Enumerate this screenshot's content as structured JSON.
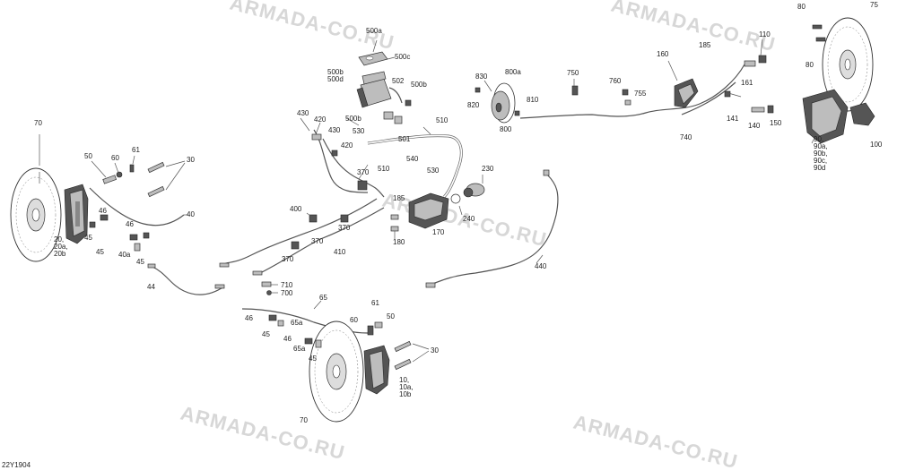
{
  "watermark": "ARMADA-CO.RU",
  "diagram_code": "22Y1904",
  "labels": {
    "l70a": "70",
    "l50a": "50",
    "l60a": "60",
    "l61a": "61",
    "l30a": "30",
    "l40": "40",
    "l46a": "46",
    "l46b": "46",
    "l45a": "45",
    "l40a": "40a",
    "l45b": "45",
    "l20": "20,",
    "l20a": "20a,",
    "l20b": "20b",
    "l44": "44",
    "l430a": "430",
    "l420a": "420",
    "l430b": "430",
    "l420b": "420",
    "l500a": "500a",
    "l500c": "500c",
    "l500b": "500b",
    "l500d": "500d",
    "l502": "502",
    "l500b2": "500b",
    "l500b3": "500b",
    "l530a": "530",
    "l501": "501",
    "l510a": "510",
    "l510b": "510",
    "l540": "540",
    "l370a": "370",
    "l400": "400",
    "l370b": "370",
    "l370c": "370",
    "l370d": "370",
    "l410": "410",
    "l530b": "530",
    "l230": "230",
    "l185a": "185",
    "l240": "240",
    "l180": "180",
    "l170": "170",
    "l830": "830",
    "l800a": "800a",
    "l820": "820",
    "l810": "810",
    "l800": "800",
    "l750": "750",
    "l760": "760",
    "l755": "755",
    "l160": "160",
    "l185b": "185",
    "l110": "110",
    "l161": "161",
    "l740": "740",
    "l141": "141",
    "l140": "140",
    "l150": "150",
    "l80a": "80",
    "l80b": "80",
    "l75": "75",
    "l90": "90,",
    "l90a": "90a,",
    "l90b": "90b,",
    "l90c": "90c,",
    "l90d": "90d",
    "l100": "100",
    "l440": "440",
    "l710": "710",
    "l700": "700",
    "l65": "65",
    "l61b": "61",
    "l60b": "60",
    "l50b": "50",
    "l46c": "46",
    "l65a": "65a",
    "l45c": "45",
    "l46d": "46",
    "l65a2": "65a",
    "l45d": "45",
    "l30b": "30",
    "l10": "10,",
    "l10a": "10a,",
    "l10b": "10b",
    "l70b": "70"
  }
}
